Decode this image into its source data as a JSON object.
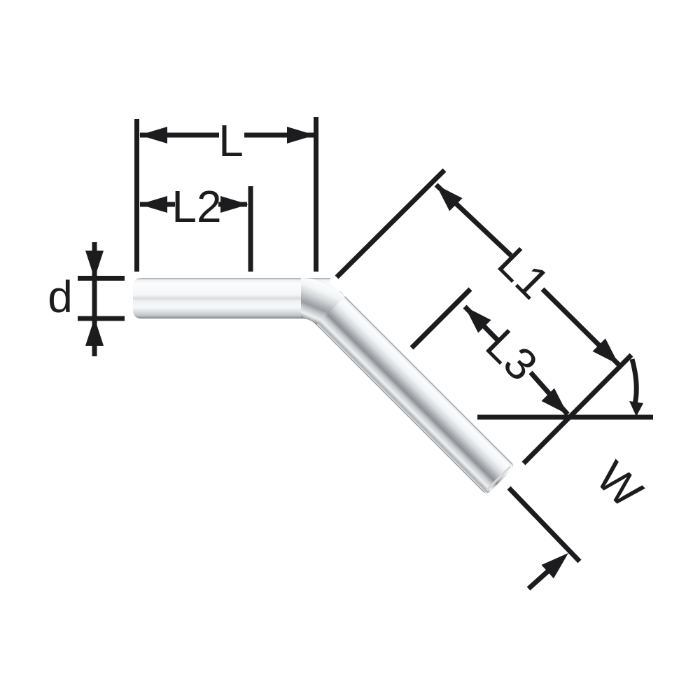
{
  "diagram": {
    "labels": {
      "L": "L",
      "L2": "L2",
      "d": "d",
      "L1": "L1",
      "L3": "L3",
      "W": "W"
    },
    "colors": {
      "line": "#1c1c1e",
      "background": "#ffffff",
      "metal_light": "#fbfcfd",
      "metal_mid": "#aaaeb1",
      "metal_dark": "#55585c"
    }
  }
}
